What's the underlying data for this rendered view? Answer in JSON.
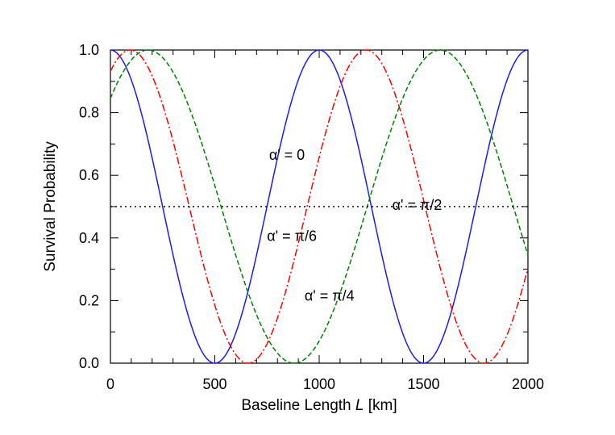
{
  "chart_data": {
    "type": "line",
    "xlabel": "Baseline Length",
    "xlabel_var": "L",
    "xlabel_unit": "[km]",
    "ylabel": "Survival Probability",
    "xlim": [
      0,
      2000
    ],
    "ylim": [
      0,
      1.0
    ],
    "xticks": [
      "0",
      "500",
      "1000",
      "1500",
      "2000"
    ],
    "yticks": [
      "0.0",
      "0.2",
      "0.4",
      "0.6",
      "0.8",
      "1.0"
    ],
    "grid": false,
    "series": [
      {
        "name": "α' = 0",
        "color": "#1a1aff",
        "style": "solid",
        "period_km": 1000,
        "peak_km": 0
      },
      {
        "name": "α' = π/6",
        "color": "#ff0000",
        "style": "dashdot",
        "period_km": 1130,
        "peak_km": 95
      },
      {
        "name": "α' = π/4",
        "color": "#008000",
        "style": "dashed",
        "period_km": 1400,
        "peak_km": 180
      },
      {
        "name": "α' = π/2",
        "color": "#000000",
        "style": "dotted",
        "constant": 0.5
      }
    ],
    "annotations": [
      {
        "text": "α' = 0",
        "x": 760,
        "y": 0.65
      },
      {
        "text": "α' = π/6",
        "x": 750,
        "y": 0.39
      },
      {
        "text": "α' = π/4",
        "x": 930,
        "y": 0.2
      },
      {
        "text": "α' = π/2",
        "x": 1350,
        "y": 0.49
      }
    ]
  }
}
